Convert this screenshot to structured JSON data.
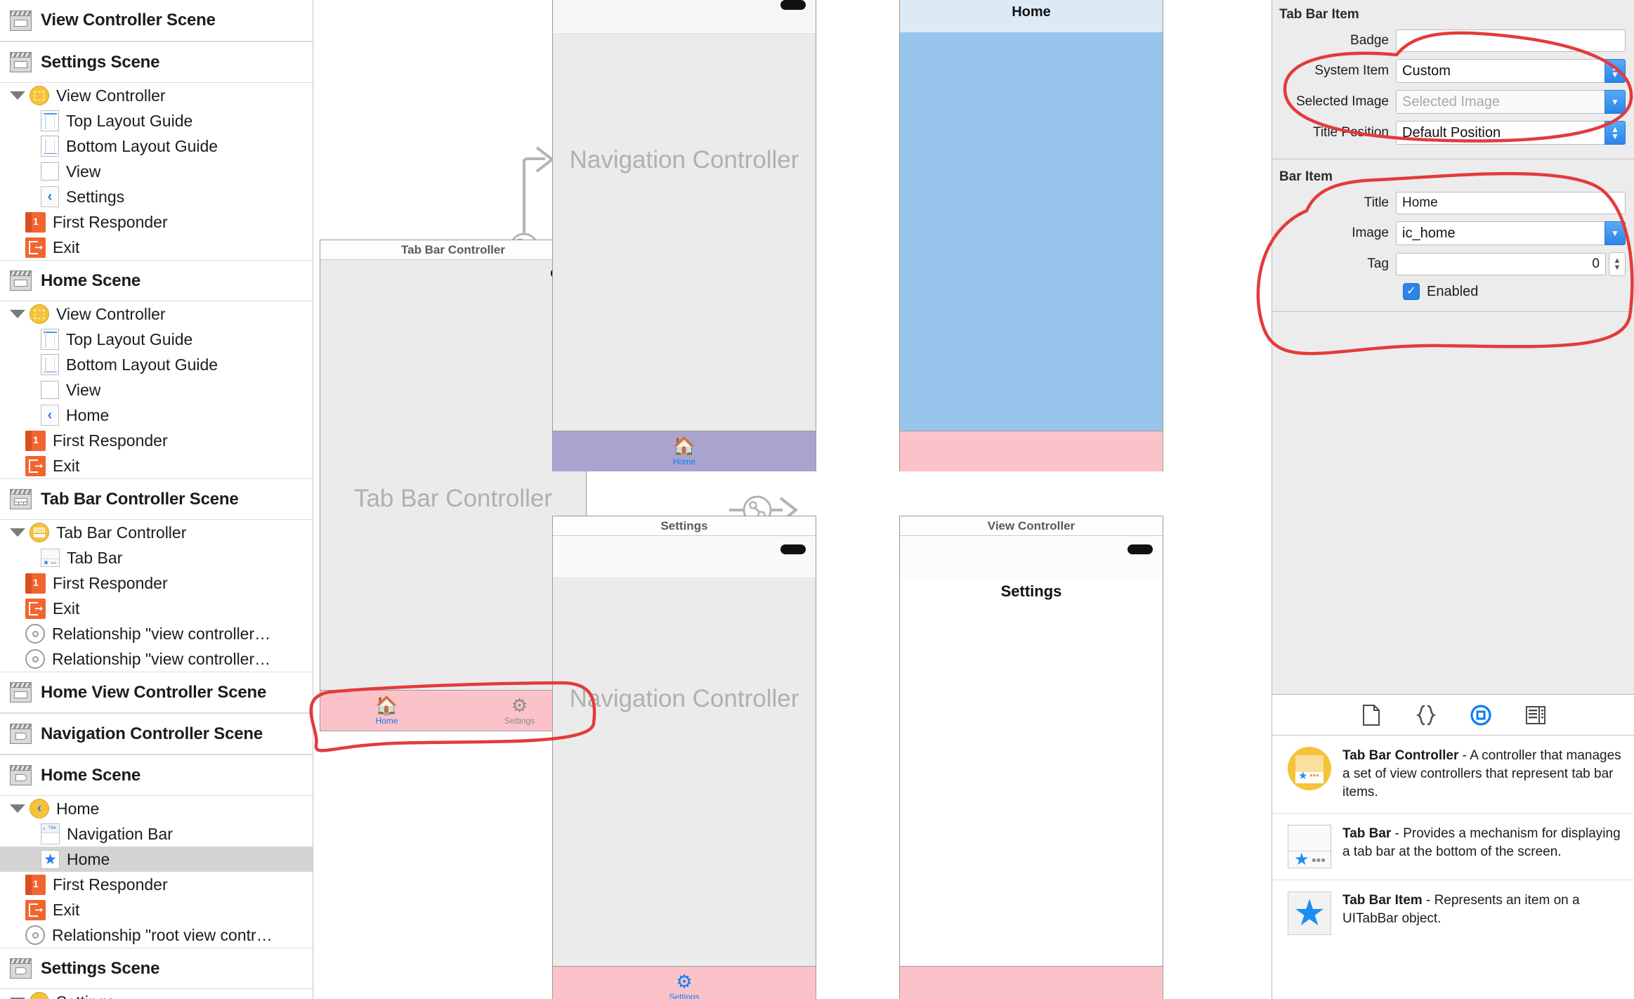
{
  "outline": {
    "scenes": [
      {
        "name": "View Controller Scene",
        "icon": "scene-icon",
        "children": []
      },
      {
        "name": "Settings Scene",
        "icon": "scene-icon",
        "children": [
          {
            "label": "View Controller",
            "icon": "view-controller-icon",
            "indent": 0,
            "disclosure": true
          },
          {
            "label": "Top Layout Guide",
            "icon": "top-layout-guide-icon",
            "indent": 2
          },
          {
            "label": "Bottom Layout Guide",
            "icon": "bottom-layout-guide-icon",
            "indent": 2
          },
          {
            "label": "View",
            "icon": "view-icon",
            "indent": 2
          },
          {
            "label": "Settings",
            "icon": "navigation-item-icon",
            "indent": 2
          },
          {
            "label": "First Responder",
            "icon": "first-responder-icon",
            "indent": 1
          },
          {
            "label": "Exit",
            "icon": "exit-icon",
            "indent": 1
          }
        ]
      },
      {
        "name": "Home Scene",
        "icon": "scene-icon",
        "children": [
          {
            "label": "View Controller",
            "icon": "view-controller-icon",
            "indent": 0,
            "disclosure": true
          },
          {
            "label": "Top Layout Guide",
            "icon": "top-layout-guide-icon",
            "indent": 2
          },
          {
            "label": "Bottom Layout Guide",
            "icon": "bottom-layout-guide-icon",
            "indent": 2
          },
          {
            "label": "View",
            "icon": "view-icon",
            "indent": 2
          },
          {
            "label": "Home",
            "icon": "navigation-item-icon",
            "indent": 2
          },
          {
            "label": "First Responder",
            "icon": "first-responder-icon",
            "indent": 1
          },
          {
            "label": "Exit",
            "icon": "exit-icon",
            "indent": 1
          }
        ]
      },
      {
        "name": "Tab Bar Controller Scene",
        "icon": "tab-bar-scene-icon",
        "children": [
          {
            "label": "Tab Bar Controller",
            "icon": "tab-bar-controller-icon",
            "indent": 0,
            "disclosure": true
          },
          {
            "label": "Tab Bar",
            "icon": "tab-bar-icon",
            "indent": 2
          },
          {
            "label": "First Responder",
            "icon": "first-responder-icon",
            "indent": 1
          },
          {
            "label": "Exit",
            "icon": "exit-icon",
            "indent": 1
          },
          {
            "label": "Relationship \"view controller…",
            "icon": "relationship-segue-icon",
            "indent": 1
          },
          {
            "label": "Relationship \"view controller…",
            "icon": "relationship-segue-icon",
            "indent": 1
          }
        ]
      },
      {
        "name": "Home View Controller Scene",
        "icon": "scene-icon",
        "children": []
      },
      {
        "name": "Navigation Controller Scene",
        "icon": "nav-scene-icon",
        "children": []
      },
      {
        "name": "Home Scene",
        "icon": "nav-scene-icon",
        "children": [
          {
            "label": "Home",
            "icon": "navigation-controller-icon",
            "indent": 0,
            "disclosure": true
          },
          {
            "label": "Navigation Bar",
            "icon": "navigation-bar-icon",
            "indent": 2
          },
          {
            "label": "Home",
            "icon": "tab-bar-item-icon",
            "indent": 2,
            "selected": true
          },
          {
            "label": "First Responder",
            "icon": "first-responder-icon",
            "indent": 1
          },
          {
            "label": "Exit",
            "icon": "exit-icon",
            "indent": 1
          },
          {
            "label": "Relationship \"root view contr…",
            "icon": "relationship-segue-icon",
            "indent": 1
          }
        ]
      },
      {
        "name": "Settings Scene",
        "icon": "nav-scene-icon",
        "children": [
          {
            "label": "Settings",
            "icon": "navigation-controller-icon",
            "indent": 0,
            "disclosure": true
          }
        ]
      }
    ]
  },
  "canvas": {
    "tab_bar_controller": {
      "title": "Tab Bar Controller",
      "placeholder": "Tab Bar Controller",
      "tabs": [
        {
          "label": "Home",
          "icon": "home-icon",
          "state": "active"
        },
        {
          "label": "Settings",
          "icon": "gear-icon",
          "state": "inactive"
        }
      ]
    },
    "nav_controller_top": {
      "placeholder": "Navigation Controller",
      "tab_label": "Home",
      "tab_icon": "home-icon"
    },
    "nav_controller_bottom": {
      "title": "Settings",
      "placeholder": "Navigation Controller",
      "tab_label": "Settings",
      "tab_icon": "gear-icon"
    },
    "home_scene": {
      "nav_title": "Home"
    },
    "settings_scene": {
      "title": "View Controller",
      "nav_title": "Settings"
    }
  },
  "inspector": {
    "tab_bar_item": {
      "section_title": "Tab Bar Item",
      "badge_label": "Badge",
      "badge_value": "",
      "system_item_label": "System Item",
      "system_item_value": "Custom",
      "selected_image_label": "Selected Image",
      "selected_image_placeholder": "Selected Image",
      "title_position_label": "Title Position",
      "title_position_value": "Default Position"
    },
    "bar_item": {
      "section_title": "Bar Item",
      "title_label": "Title",
      "title_value": "Home",
      "image_label": "Image",
      "image_value": "ic_home",
      "tag_label": "Tag",
      "tag_value": "0",
      "enabled_label": "Enabled",
      "enabled_checked": true
    }
  },
  "library": {
    "tabs": [
      {
        "name": "file-template-icon",
        "glyph": "page"
      },
      {
        "name": "code-snippet-icon",
        "glyph": "braces"
      },
      {
        "name": "object-library-icon",
        "glyph": "circle-square",
        "selected": true
      },
      {
        "name": "media-library-icon",
        "glyph": "media"
      }
    ],
    "items": [
      {
        "icon": "tab-bar-controller-icon",
        "title": "Tab Bar Controller",
        "description": " - A controller that manages a set of view controllers that represent tab bar items."
      },
      {
        "icon": "tab-bar-icon",
        "title": "Tab Bar",
        "description": " - Provides a mechanism for displaying a tab bar at the bottom of the screen."
      },
      {
        "icon": "tab-bar-item-icon",
        "title": "Tab Bar Item",
        "description": " - Represents an item on a UITabBar object."
      }
    ]
  },
  "colors": {
    "annotation": "#e23b3b",
    "accent_blue": "#0a7cf7",
    "tabbar_pink": "#fbc2ca",
    "tabbar_purple": "#a9a4cf",
    "scene_blue": "#97c5eb",
    "controller_yellow": "#f5c33a"
  }
}
